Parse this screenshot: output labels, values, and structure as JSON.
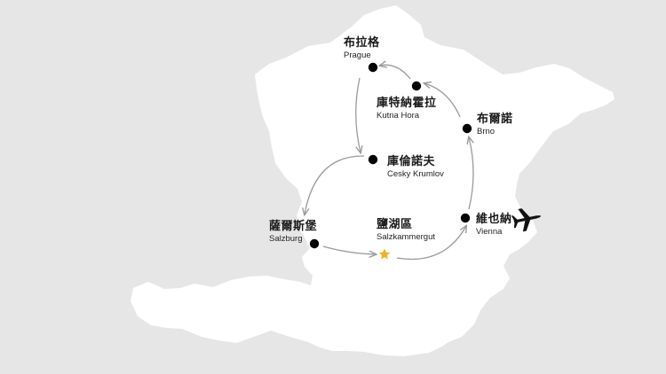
{
  "cities": [
    {
      "id": "prague",
      "zh": "布拉格",
      "en": "Prague"
    },
    {
      "id": "kutna-hora",
      "zh": "庫特納霍拉",
      "en": "Kutna Hora"
    },
    {
      "id": "brno",
      "zh": "布爾諾",
      "en": "Brno"
    },
    {
      "id": "cesky-krumlov",
      "zh": "庫倫諾夫",
      "en": "Cesky Krumlov"
    },
    {
      "id": "salzburg",
      "zh": "薩爾斯堡",
      "en": "Salzburg"
    },
    {
      "id": "salzkammergut",
      "zh": "鹽湖區",
      "en": "Salzkammergut"
    },
    {
      "id": "vienna",
      "zh": "維也納",
      "en": "Vienna"
    }
  ],
  "route_order": [
    "vienna",
    "brno",
    "kutna-hora",
    "prague",
    "cesky-krumlov",
    "salzburg",
    "salzkammergut",
    "vienna"
  ],
  "colors": {
    "background": "#e6e6e6",
    "land": "#ffffff",
    "marker": "#000000",
    "route": "#9a9a9a",
    "star": "#f0b323"
  },
  "icons": {
    "city_marker": "filled-circle",
    "highlight_marker": "star-icon",
    "arrival": "airplane-icon"
  }
}
